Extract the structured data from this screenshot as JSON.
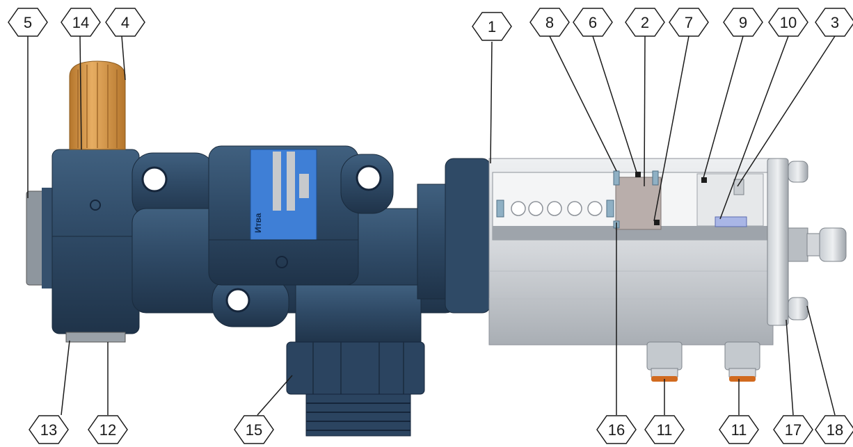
{
  "diagram": {
    "brand_text": "Итва",
    "colors": {
      "body": "#2f4a66",
      "body_dark": "#22384f",
      "body_light": "#4a6687",
      "knob": "#d79a4d",
      "knob_dark": "#b5762c",
      "label_plate": "#3f7fd6",
      "cylinder": "#d5d8dc",
      "cylinder_dark": "#aeb3b9",
      "seal_orange": "#d16a1f",
      "teal_part": "#8fb0c4",
      "piston": "#b7aaa8"
    },
    "callouts": [
      {
        "id": "c5",
        "label": "5"
      },
      {
        "id": "c14",
        "label": "14"
      },
      {
        "id": "c4",
        "label": "4"
      },
      {
        "id": "c1",
        "label": "1"
      },
      {
        "id": "c8",
        "label": "8"
      },
      {
        "id": "c6",
        "label": "6"
      },
      {
        "id": "c2",
        "label": "2"
      },
      {
        "id": "c7",
        "label": "7"
      },
      {
        "id": "c9",
        "label": "9"
      },
      {
        "id": "c10",
        "label": "10"
      },
      {
        "id": "c3",
        "label": "3"
      },
      {
        "id": "c13",
        "label": "13"
      },
      {
        "id": "c12",
        "label": "12"
      },
      {
        "id": "c15",
        "label": "15"
      },
      {
        "id": "c16",
        "label": "16"
      },
      {
        "id": "c11a",
        "label": "11"
      },
      {
        "id": "c11b",
        "label": "11"
      },
      {
        "id": "c17",
        "label": "17"
      },
      {
        "id": "c18",
        "label": "18"
      }
    ]
  }
}
